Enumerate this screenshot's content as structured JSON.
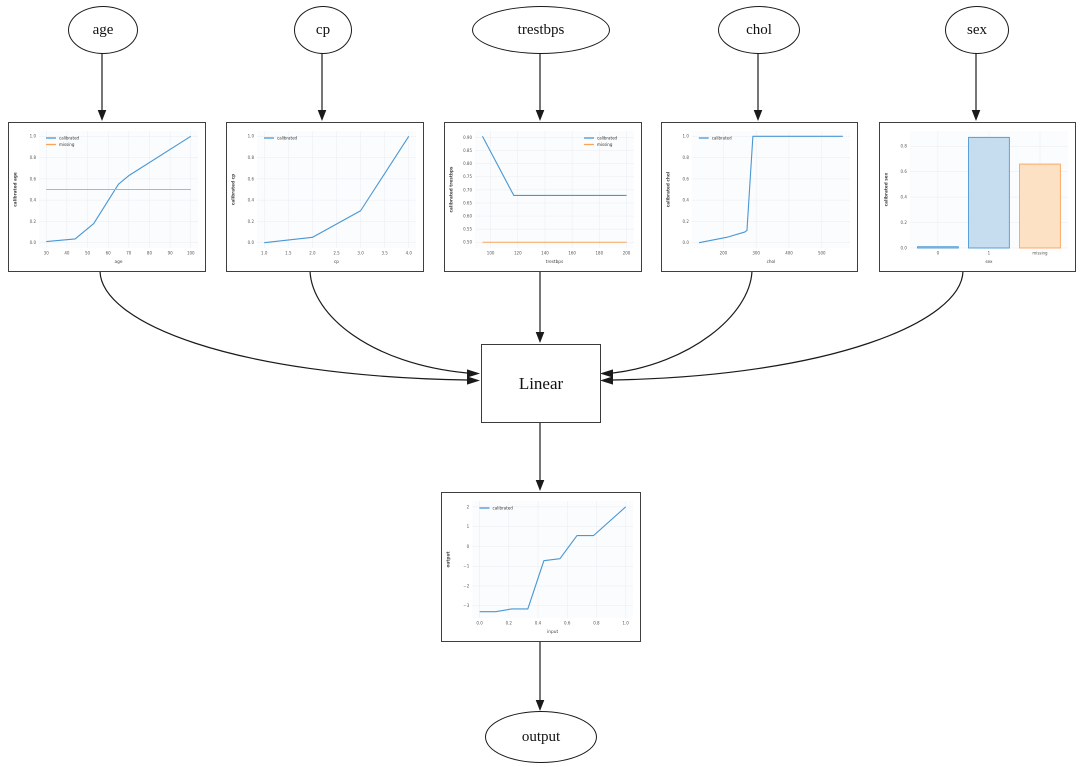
{
  "diagram": {
    "nodes": {
      "age": {
        "label": "age"
      },
      "cp": {
        "label": "cp"
      },
      "trestbps": {
        "label": "trestbps"
      },
      "chol": {
        "label": "chol"
      },
      "sex": {
        "label": "sex"
      },
      "linear": {
        "label": "Linear"
      },
      "output": {
        "label": "output"
      }
    }
  },
  "colors": {
    "calibrated_line": "#4a97d2",
    "missing_line": "#f9a35b",
    "bar_fill_blue": "#c6dcef",
    "bar_fill_orange": "#fce1c4",
    "edge_black": "#1a1a1a"
  },
  "chart_data": [
    {
      "id": "age",
      "type": "line",
      "xlabel": "age",
      "ylabel": "calibrated age",
      "xlim": [
        26.5,
        103.5
      ],
      "ylim": [
        -0.05,
        1.05
      ],
      "x_ticks": [
        30,
        40,
        50,
        60,
        70,
        80,
        90,
        100
      ],
      "x_tick_labels": [
        "30",
        "40",
        "50",
        "60",
        "70",
        "80",
        "90",
        "100"
      ],
      "y_ticks": [
        0.0,
        0.2,
        0.4,
        0.6,
        0.8,
        1.0
      ],
      "y_tick_labels": [
        "0.0",
        "0.2",
        "0.4",
        "0.6",
        "0.8",
        "1.0"
      ],
      "grid": true,
      "legend": "tl",
      "series": [
        {
          "name": "calibrated",
          "color": "#4a97d2",
          "points": [
            [
              30,
              0.01
            ],
            [
              44,
              0.035
            ],
            [
              53,
              0.18
            ],
            [
              65,
              0.55
            ],
            [
              70,
              0.63
            ],
            [
              100,
              1.0
            ]
          ]
        },
        {
          "name": "missing",
          "color": "#f9a35b",
          "points": [
            [
              30,
              0.5
            ],
            [
              100,
              0.5
            ]
          ]
        }
      ]
    },
    {
      "id": "cp",
      "type": "line",
      "xlabel": "cp",
      "ylabel": "calibrated cp",
      "xlim": [
        0.85,
        4.15
      ],
      "ylim": [
        -0.05,
        1.05
      ],
      "x_ticks": [
        1.0,
        1.5,
        2.0,
        2.5,
        3.0,
        3.5,
        4.0
      ],
      "x_tick_labels": [
        "1.0",
        "1.5",
        "2.0",
        "2.5",
        "3.0",
        "3.5",
        "4.0"
      ],
      "y_ticks": [
        0.0,
        0.2,
        0.4,
        0.6,
        0.8,
        1.0
      ],
      "y_tick_labels": [
        "0.0",
        "0.2",
        "0.4",
        "0.6",
        "0.8",
        "1.0"
      ],
      "grid": true,
      "legend": "tl",
      "series": [
        {
          "name": "calibrated",
          "color": "#4a97d2",
          "points": [
            [
              1.0,
              0.0
            ],
            [
              2.0,
              0.05
            ],
            [
              3.0,
              0.3
            ],
            [
              4.0,
              1.0
            ]
          ]
        }
      ]
    },
    {
      "id": "trestbps",
      "type": "line",
      "xlabel": "trestbps",
      "ylabel": "calibrated trestbps",
      "xlim": [
        88.5,
        205.5
      ],
      "ylim": [
        0.478,
        0.925
      ],
      "x_ticks": [
        100,
        120,
        140,
        160,
        180,
        200
      ],
      "x_tick_labels": [
        "100",
        "120",
        "140",
        "160",
        "180",
        "200"
      ],
      "y_ticks": [
        0.5,
        0.55,
        0.6,
        0.65,
        0.7,
        0.75,
        0.8,
        0.85,
        0.9
      ],
      "y_tick_labels": [
        "0.50",
        "0.55",
        "0.60",
        "0.65",
        "0.70",
        "0.75",
        "0.80",
        "0.85",
        "0.90"
      ],
      "grid": true,
      "legend": "tr",
      "series": [
        {
          "name": "calibrated",
          "color": "#4a97d2",
          "points": [
            [
              94,
              0.905
            ],
            [
              117,
              0.679
            ],
            [
              200,
              0.679
            ]
          ]
        },
        {
          "name": "missing",
          "color": "#f9a35b",
          "points": [
            [
              94,
              0.5
            ],
            [
              200,
              0.5
            ]
          ]
        }
      ]
    },
    {
      "id": "chol",
      "type": "line",
      "xlabel": "chol",
      "ylabel": "calibrated chol",
      "xlim": [
        104,
        586
      ],
      "ylim": [
        -0.05,
        1.05
      ],
      "x_ticks": [
        200,
        300,
        400,
        500
      ],
      "x_tick_labels": [
        "200",
        "300",
        "400",
        "500"
      ],
      "y_ticks": [
        0.0,
        0.2,
        0.4,
        0.6,
        0.8,
        1.0
      ],
      "y_tick_labels": [
        "0.0",
        "0.2",
        "0.4",
        "0.6",
        "0.8",
        "1.0"
      ],
      "grid": true,
      "legend": "tl",
      "series": [
        {
          "name": "calibrated",
          "color": "#4a97d2",
          "points": [
            [
              126,
              0.0
            ],
            [
              210,
              0.05
            ],
            [
              265,
              0.1
            ],
            [
              272,
              0.115
            ],
            [
              290,
              1.0
            ],
            [
              564,
              1.0
            ]
          ]
        }
      ]
    },
    {
      "id": "sex",
      "type": "bar",
      "xlabel": "sex",
      "ylabel": "calibrated sex",
      "categories": [
        "0",
        "1",
        "missing"
      ],
      "values": [
        0.01,
        0.87,
        0.66
      ],
      "bar_fills": [
        "#c6dcef",
        "#c6dcef",
        "#fce1c4"
      ],
      "bar_edges": [
        "#4a97d2",
        "#4a97d2",
        "#f9a35b"
      ],
      "ylim": [
        0,
        0.92
      ],
      "y_ticks": [
        0.0,
        0.2,
        0.4,
        0.6,
        0.8
      ],
      "y_tick_labels": [
        "0.0",
        "0.2",
        "0.4",
        "0.6",
        "0.8"
      ],
      "grid": true,
      "legend": null
    },
    {
      "id": "output",
      "type": "line",
      "xlabel": "input",
      "ylabel": "output",
      "xlim": [
        -0.05,
        1.05
      ],
      "ylim": [
        -3.62,
        2.3
      ],
      "x_ticks": [
        0.0,
        0.2,
        0.4,
        0.6,
        0.8,
        1.0
      ],
      "x_tick_labels": [
        "0.0",
        "0.2",
        "0.4",
        "0.6",
        "0.8",
        "1.0"
      ],
      "y_ticks": [
        -3,
        -2,
        -1,
        0,
        1,
        2
      ],
      "y_tick_labels": [
        "−3",
        "−2",
        "−1",
        "0",
        "1",
        "2"
      ],
      "grid": true,
      "legend": "tl",
      "series": [
        {
          "name": "calibrated",
          "color": "#4a97d2",
          "points": [
            [
              0.0,
              -3.3
            ],
            [
              0.11,
              -3.3
            ],
            [
              0.22,
              -3.16
            ],
            [
              0.33,
              -3.16
            ],
            [
              0.44,
              -0.72
            ],
            [
              0.55,
              -0.62
            ],
            [
              0.667,
              0.55
            ],
            [
              0.78,
              0.55
            ],
            [
              1.0,
              2.0
            ]
          ]
        }
      ]
    }
  ]
}
